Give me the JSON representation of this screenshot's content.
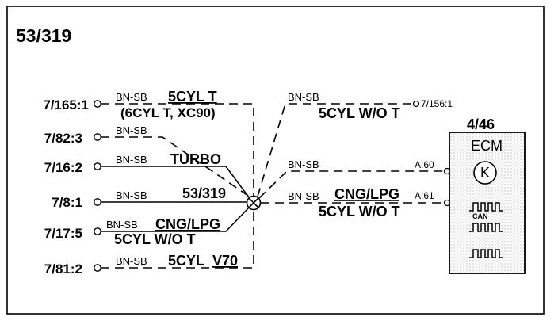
{
  "diagram": {
    "title": "53/319",
    "splice_label": "53/319",
    "connectors_left": [
      "7/165:1",
      "7/82:3",
      "7/16:2",
      "7/8:1",
      "7/17:5",
      "7/81:2"
    ],
    "wire_color": "BN-SB",
    "variant_labels": {
      "c1_line1": "5CYL T",
      "c1_line2": "(6CYL T, XC90)",
      "c3": "TURBO",
      "c5_line1": "CNG/LPG",
      "c5_line2": "5CYL W/O T",
      "c6_a": "5CYL",
      "c6_b": "V70"
    },
    "right_wires": {
      "top_connector": "7/156:1",
      "top_variant": "5CYL W/O T",
      "mid_pin": "A:60",
      "low_pin": "A:61",
      "low_variant1": "CNG/LPG",
      "low_variant2": "5CYL W/O T"
    },
    "ecm": {
      "id": "4/46",
      "name": "ECM",
      "symbol": "K",
      "can_label": "CAN"
    }
  }
}
